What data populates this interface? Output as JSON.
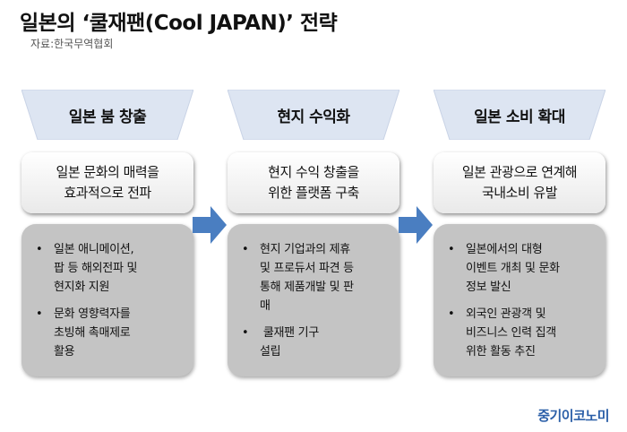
{
  "title": "일본의 ‘쿨재팬(Cool JAPAN)’ 전략",
  "source": "자료:한국무역협회",
  "columns": [
    {
      "header": "일본 붐 창출",
      "summary": [
        "일본 문화의 매력을",
        "효과적으로 전파"
      ],
      "bullets": [
        [
          "애니메이션,",
          "팝 등 해외전파 및",
          "현지화 지원"
        ],
        [
          "문화 영향력자를",
          "초빙해 촉매제로",
          "활용"
        ]
      ]
    },
    {
      "header": "현지 수익화",
      "summary": [
        "현지 수익 창출을",
        "위한 플랫폼 구축"
      ],
      "bullets": [
        [
          "현지 기업과의 제휴",
          "및 프로듀서 파견 등",
          "통해 제품개발 및 판",
          "매"
        ],
        [
          "쿨재팬 기구",
          "설립"
        ]
      ]
    },
    {
      "header": "일본 소비 확대",
      "summary": [
        "일본 관광으로 연계해",
        "국내소비 유발"
      ],
      "bullets": [
        [
          "일본에서의 대형",
          "이벤트 개최 및 문화",
          "정보 발신"
        ],
        [
          "외국인 관광객 및",
          "비즈니스 인력 집객",
          "위한 활동 추진"
        ]
      ]
    }
  ],
  "bullet_mark": "•",
  "bullet_prefixes": [
    "일본 ",
    "",
    "",
    "",
    " ",
    "",
    ""
  ],
  "brand": "중기이코노미",
  "colors": {
    "header_fill": "#dde5f2",
    "header_stroke": "#c9d3e6",
    "arrow": "#4a7ec1",
    "details_fill": "#c4c4c4",
    "brand": "#2b5fa8"
  }
}
